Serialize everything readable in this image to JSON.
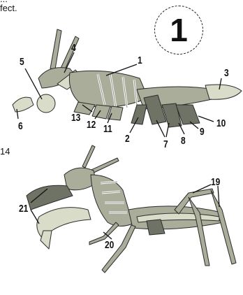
{
  "header": {
    "cut_text": "...",
    "text": "fect."
  },
  "left_cut_text": "14",
  "step": {
    "number": "1"
  },
  "figure1": {
    "labels": [
      "1",
      "2",
      "3",
      "4",
      "5",
      "6",
      "7",
      "8",
      "9",
      "10",
      "11",
      "12",
      "13"
    ]
  },
  "figure2": {
    "labels": [
      "19",
      "20",
      "21"
    ]
  },
  "colors": {
    "body": "#a9ad9a",
    "body_light": "#d9dcc8",
    "body_dark": "#6f7365",
    "outline": "#2b2b2b"
  }
}
